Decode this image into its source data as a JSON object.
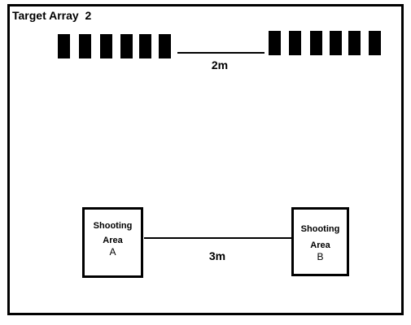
{
  "title": "Target Array  2",
  "targets": {
    "left_count": 6,
    "right_count": 6,
    "color": "#000000"
  },
  "target_gap_label": "2m",
  "area_gap_label": "3m",
  "areas": [
    {
      "line1": "Shooting",
      "line2": "Area",
      "letter": "A"
    },
    {
      "line1": "Shooting",
      "line2": "Area",
      "letter": "B"
    }
  ]
}
